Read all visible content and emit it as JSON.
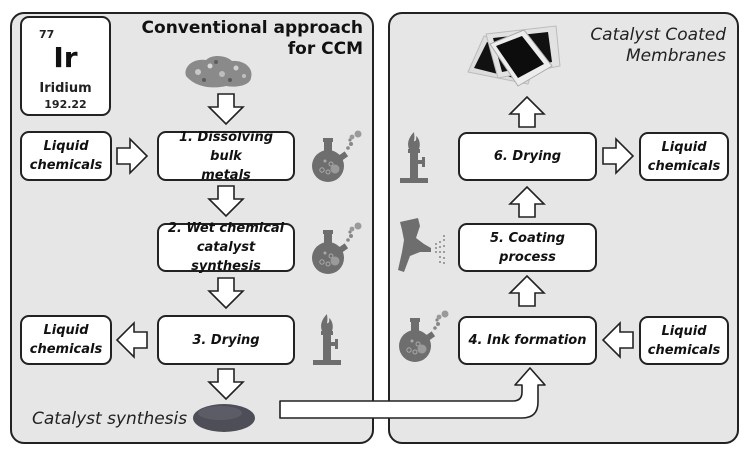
{
  "left_panel": {
    "title_line1": "Conventional approach",
    "title_line2": "for CCM",
    "element": {
      "number": "77",
      "symbol": "Ir",
      "name": "Iridium",
      "mass": "192.22"
    },
    "steps": [
      {
        "line1": "1. Dissolving bulk",
        "line2": "metals"
      },
      {
        "line1": "2. Wet chemical",
        "line2": "catalyst synthesis"
      },
      {
        "line1": "3. Drying",
        "line2": ""
      }
    ],
    "inputs": [
      {
        "line1": "Liquid",
        "line2": "chemicals",
        "direction": "in"
      },
      {
        "line1": "Liquid",
        "line2": "chemicals",
        "direction": "out"
      }
    ],
    "caption": "Catalyst synthesis",
    "icons": [
      "bulk-metal-icon",
      "flask-icon",
      "flask-icon",
      "bunsen-burner-icon",
      "catalyst-powder-icon"
    ]
  },
  "right_panel": {
    "title_line1": "Catalyst Coated",
    "title_line2": "Membranes",
    "steps": [
      {
        "line1": "4. Ink formation",
        "line2": ""
      },
      {
        "line1": "5. Coating",
        "line2": "process"
      },
      {
        "line1": "6. Drying",
        "line2": ""
      }
    ],
    "inputs": [
      {
        "line1": "Liquid",
        "line2": "chemicals",
        "direction": "in"
      },
      {
        "line1": "Liquid",
        "line2": "chemicals",
        "direction": "out"
      }
    ],
    "icons": [
      "membranes-icon",
      "bunsen-burner-icon",
      "spray-gun-icon",
      "flask-icon"
    ]
  },
  "colors": {
    "panel_bg": "#e6e6e6",
    "border": "#222222",
    "icon_gray": "#6e6e6e",
    "membrane_black": "#111111"
  }
}
